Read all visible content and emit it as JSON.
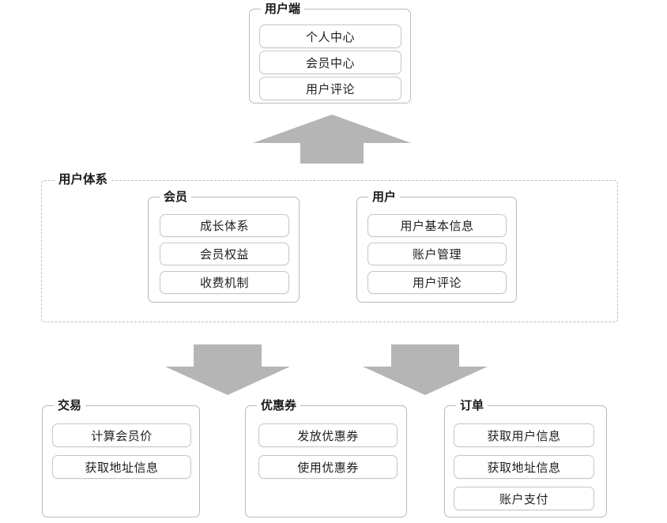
{
  "diagram": {
    "title_text": "",
    "colors": {
      "arrow_fill": "#b5b5b5",
      "box_border": "#c6c6c6",
      "group_border": "#b9b9b9",
      "dashed_border": "#bdbdbd",
      "text": "#1f1f1f",
      "background": "#ffffff"
    }
  },
  "client_group": {
    "label": "用户端",
    "items": [
      {
        "label": "个人中心"
      },
      {
        "label": "会员中心"
      },
      {
        "label": "用户评论"
      }
    ]
  },
  "user_system": {
    "label": "用户体系",
    "subgroups": [
      {
        "label": "会员",
        "items": [
          {
            "label": "成长体系"
          },
          {
            "label": "会员权益"
          },
          {
            "label": "收费机制"
          }
        ]
      },
      {
        "label": "用户",
        "items": [
          {
            "label": "用户基本信息"
          },
          {
            "label": "账户管理"
          },
          {
            "label": "用户评论"
          }
        ]
      }
    ]
  },
  "consumer_groups": [
    {
      "label": "交易",
      "items": [
        {
          "label": "计算会员价"
        },
        {
          "label": "获取地址信息"
        }
      ]
    },
    {
      "label": "优惠券",
      "items": [
        {
          "label": "发放优惠券"
        },
        {
          "label": "使用优惠券"
        }
      ]
    },
    {
      "label": "订单",
      "items": [
        {
          "label": "获取用户信息"
        },
        {
          "label": "获取地址信息"
        },
        {
          "label": "账户支付"
        }
      ]
    }
  ],
  "arrows": [
    {
      "name": "arrow-up-to-client",
      "direction": "up"
    },
    {
      "name": "arrow-down-to-trade",
      "direction": "down"
    },
    {
      "name": "arrow-down-to-order",
      "direction": "down"
    }
  ]
}
